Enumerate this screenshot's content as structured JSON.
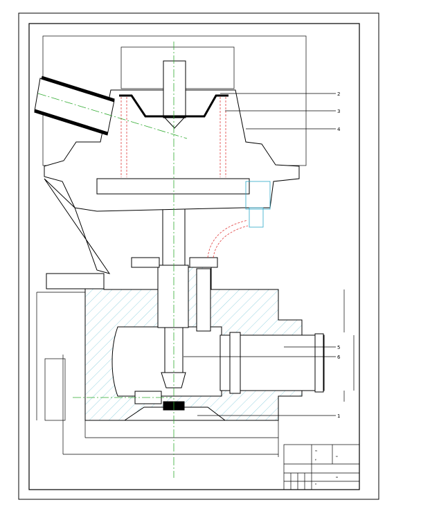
{
  "title_block": {
    "texts": [
      "Ю",
      "Ё",
      "Ш",
      "Н",
      "Ы"
    ]
  },
  "callouts": [
    {
      "label": "2"
    },
    {
      "label": "3"
    },
    {
      "label": "4"
    },
    {
      "label": "5"
    },
    {
      "label": "6"
    },
    {
      "label": "1"
    }
  ],
  "colors": {
    "line": "#000000",
    "hatch": "#7ec8d8",
    "center_line": "#2faa2f",
    "hidden": "#e03a3a",
    "accent": "#d23030"
  }
}
